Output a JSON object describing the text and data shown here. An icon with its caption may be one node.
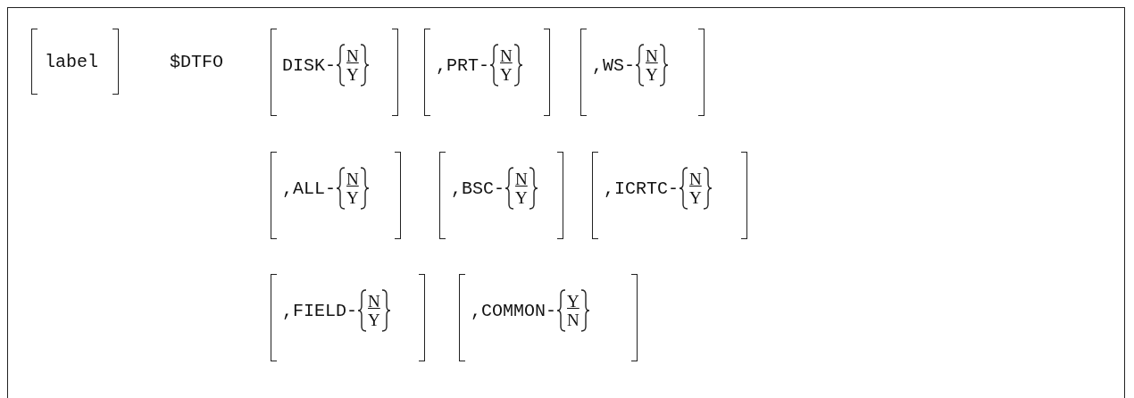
{
  "diagram": {
    "labels": [
      "label",
      "$DTFO",
      "DISK-",
      "N",
      "Y",
      ",PRT-",
      "N",
      "Y",
      ",WS-",
      "N",
      "Y",
      ",ALL-",
      "N",
      "Y",
      ",BSC-",
      "N",
      "Y",
      ",ICRTC-",
      "N",
      "Y",
      ",FIELD-",
      "N",
      "Y",
      ",COMMON-",
      "Y",
      "N"
    ]
  }
}
